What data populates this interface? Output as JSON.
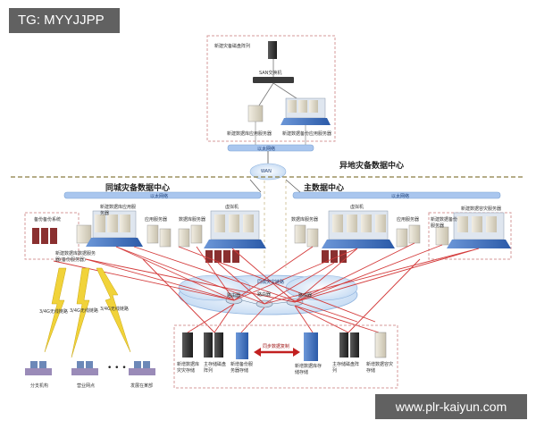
{
  "watermark_top": "TG: MYYJJPP",
  "watermark_bottom": "www.plr-kaiyun.com",
  "remote_center": {
    "title": "异地灾备数据中心",
    "zone_label": "新建灾备磁盘阵列",
    "switch_label": "SAN交换机",
    "server_a": "新建数据库应用服务器",
    "server_b": "新建数据备份应用服务器",
    "bus_label": "以太网络",
    "cloud_label": "WAN"
  },
  "intra_city_center": {
    "title": "同城灾备数据中心",
    "bus_label": "以太网络",
    "items": [
      "备份备份系统",
      "新建数据库应用服务器",
      "应用服务器",
      "数据库服务器",
      "虚拟机",
      "新建数据库数据服务器(备份服务器)"
    ]
  },
  "main_center": {
    "title": "主数据中心",
    "bus_label": "以太网络",
    "items": [
      "数据库服务器",
      "虚拟机",
      "应用服务器",
      "新建数据备份服务器",
      "新建数据容灾服务器"
    ]
  },
  "wan_link": {
    "label": "同城灾灾链路",
    "router_a": "路由器",
    "router_b": "路由器",
    "router_c": "路由器"
  },
  "storage": {
    "left_items": [
      "新增数据库灾灾存储",
      "主存储磁盘阵列",
      "新增备份服务器存储"
    ],
    "sync_label": "同步数据复制",
    "right_items": [
      "新增数据库存储存储",
      "主存储磁盘阵列",
      "新增数据容灾存储"
    ]
  },
  "wireless": {
    "links": [
      "3/4G无线链路",
      "3/4G无线链路",
      "3/4G无线链路"
    ]
  },
  "terminals": {
    "items": [
      "分支机构",
      "营业网点",
      "发展在某部"
    ],
    "ellipsis": "• • •"
  }
}
